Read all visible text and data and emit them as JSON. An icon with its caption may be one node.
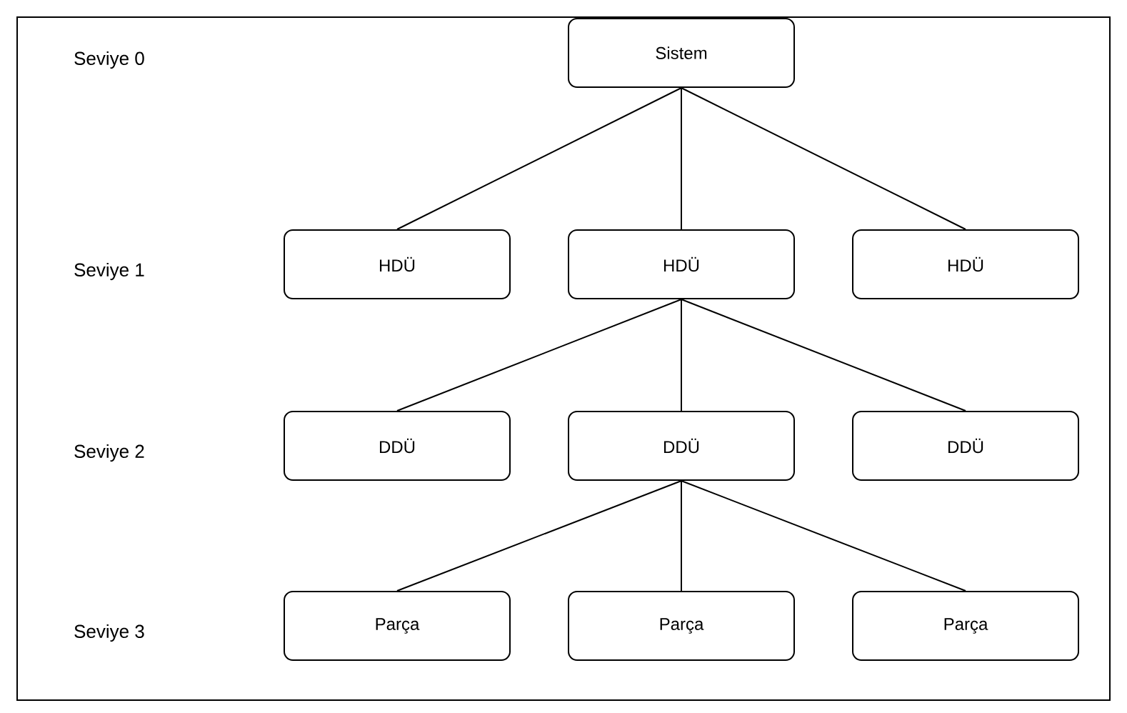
{
  "diagram": {
    "nodes": [
      {
        "text": [
          "Sistem"
        ]
      },
      {
        "text": [
          "HDÜ"
        ]
      },
      {
        "text": [
          "HDÜ"
        ]
      },
      {
        "text": [
          "HDÜ"
        ]
      },
      {
        "text": [
          "DDÜ"
        ]
      },
      {
        "text": [
          "DDÜ"
        ]
      },
      {
        "text": [
          "DDÜ"
        ]
      },
      {
        "text": [
          "Parça"
        ]
      },
      {
        "text": [
          "Parça"
        ]
      },
      {
        "text": [
          "Parça"
        ]
      }
    ],
    "edges": [
      {
        "from": 0,
        "to": 1,
        "arrow": "none"
      },
      {
        "from": 0,
        "to": 2,
        "arrow": "none"
      },
      {
        "from": 0,
        "to": 3,
        "arrow": "none"
      },
      {
        "from": 2,
        "to": 4,
        "arrow": "none"
      },
      {
        "from": 2,
        "to": 5,
        "arrow": "none"
      },
      {
        "from": 2,
        "to": 6,
        "arrow": "none"
      },
      {
        "from": 5,
        "to": 7,
        "arrow": "none"
      },
      {
        "from": 5,
        "to": 8,
        "arrow": "none"
      },
      {
        "from": 5,
        "to": 9,
        "arrow": "none"
      }
    ],
    "labels": [
      "Seviye 0",
      "Seviye 1",
      "Seviye 2",
      "Seviye 3"
    ]
  }
}
